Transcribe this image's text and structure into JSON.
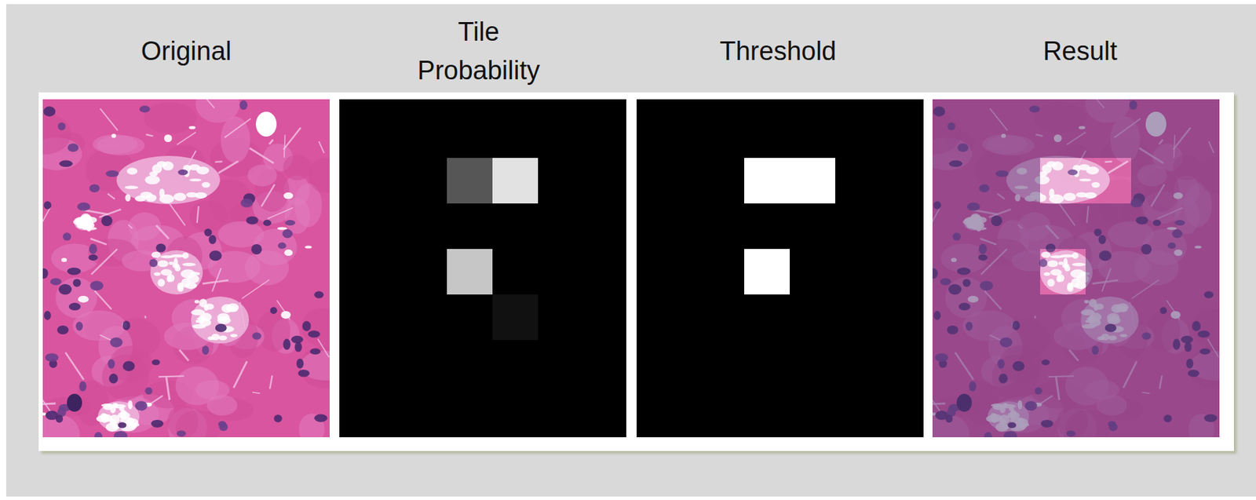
{
  "diagram": {
    "labels": [
      "Original",
      "Tile Probability",
      "Threshold",
      "Result"
    ]
  }
}
